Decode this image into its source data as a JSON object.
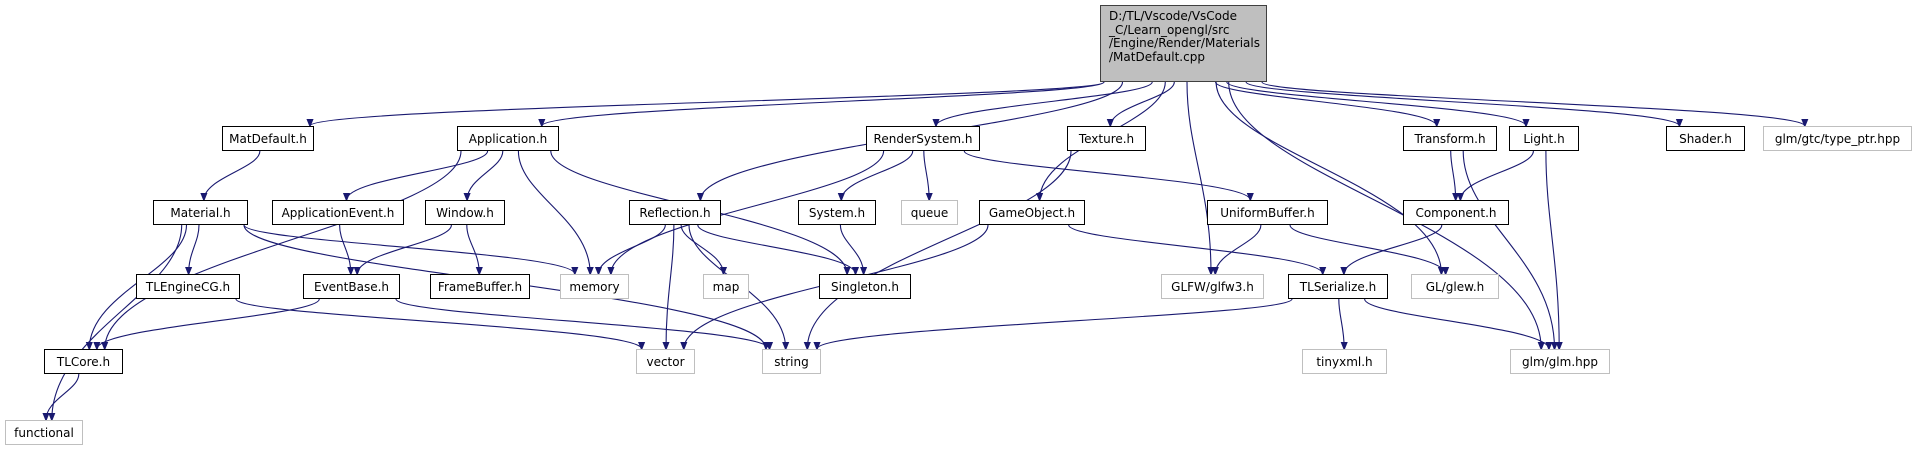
{
  "diagram": {
    "colors": {
      "edge": "#191970",
      "node_border": "#000000",
      "system_border": "#bfbfbf",
      "root_fill": "#bfbfbf"
    },
    "nodes": [
      {
        "id": "root",
        "label": "D:/TL/Vscode/VsCode\n_C/Learn_opengl/src\n/Engine/Render/Materials\n/MatDefault.cpp",
        "kind": "root"
      },
      {
        "id": "matdefault_h",
        "label": "MatDefault.h",
        "kind": "local"
      },
      {
        "id": "application_h",
        "label": "Application.h",
        "kind": "local"
      },
      {
        "id": "rendersystem_h",
        "label": "RenderSystem.h",
        "kind": "local"
      },
      {
        "id": "texture_h",
        "label": "Texture.h",
        "kind": "local"
      },
      {
        "id": "transform_h",
        "label": "Transform.h",
        "kind": "local"
      },
      {
        "id": "light_h",
        "label": "Light.h",
        "kind": "local"
      },
      {
        "id": "shader_h",
        "label": "Shader.h",
        "kind": "local"
      },
      {
        "id": "glm_type_ptr",
        "label": "glm/gtc/type_ptr.hpp",
        "kind": "system"
      },
      {
        "id": "material_h",
        "label": "Material.h",
        "kind": "local"
      },
      {
        "id": "applicationevent_h",
        "label": "ApplicationEvent.h",
        "kind": "local"
      },
      {
        "id": "window_h",
        "label": "Window.h",
        "kind": "local"
      },
      {
        "id": "reflection_h",
        "label": "Reflection.h",
        "kind": "local"
      },
      {
        "id": "system_h",
        "label": "System.h",
        "kind": "local"
      },
      {
        "id": "queue",
        "label": "queue",
        "kind": "system"
      },
      {
        "id": "gameobject_h",
        "label": "GameObject.h",
        "kind": "local"
      },
      {
        "id": "uniformbuffer_h",
        "label": "UniformBuffer.h",
        "kind": "local"
      },
      {
        "id": "component_h",
        "label": "Component.h",
        "kind": "local"
      },
      {
        "id": "tlenginecg_h",
        "label": "TLEngineCG.h",
        "kind": "local"
      },
      {
        "id": "eventbase_h",
        "label": "EventBase.h",
        "kind": "local"
      },
      {
        "id": "framebuffer_h",
        "label": "FrameBuffer.h",
        "kind": "local"
      },
      {
        "id": "memory",
        "label": "memory",
        "kind": "system"
      },
      {
        "id": "map",
        "label": "map",
        "kind": "system"
      },
      {
        "id": "singleton_h",
        "label": "Singleton.h",
        "kind": "local"
      },
      {
        "id": "glfw_h",
        "label": "GLFW/glfw3.h",
        "kind": "system"
      },
      {
        "id": "tlserialize_h",
        "label": "TLSerialize.h",
        "kind": "local"
      },
      {
        "id": "glew_h",
        "label": "GL/glew.h",
        "kind": "system"
      },
      {
        "id": "tlcore_h",
        "label": "TLCore.h",
        "kind": "local"
      },
      {
        "id": "vector",
        "label": "vector",
        "kind": "system"
      },
      {
        "id": "string",
        "label": "string",
        "kind": "system"
      },
      {
        "id": "tinyxml_h",
        "label": "tinyxml.h",
        "kind": "system"
      },
      {
        "id": "glm_hpp",
        "label": "glm/glm.hpp",
        "kind": "system"
      },
      {
        "id": "functional",
        "label": "functional",
        "kind": "system"
      }
    ],
    "edges": [
      {
        "from": "root",
        "to": "matdefault_h"
      },
      {
        "from": "root",
        "to": "application_h"
      },
      {
        "from": "root",
        "to": "rendersystem_h"
      },
      {
        "from": "root",
        "to": "texture_h"
      },
      {
        "from": "root",
        "to": "transform_h"
      },
      {
        "from": "root",
        "to": "light_h"
      },
      {
        "from": "root",
        "to": "shader_h"
      },
      {
        "from": "root",
        "to": "glm_type_ptr"
      },
      {
        "from": "root",
        "to": "reflection_h"
      },
      {
        "from": "root",
        "to": "gameobject_h"
      },
      {
        "from": "root",
        "to": "glfw_h"
      },
      {
        "from": "root",
        "to": "glew_h"
      },
      {
        "from": "root",
        "to": "glm_hpp"
      },
      {
        "from": "matdefault_h",
        "to": "material_h"
      },
      {
        "from": "application_h",
        "to": "applicationevent_h"
      },
      {
        "from": "application_h",
        "to": "window_h"
      },
      {
        "from": "application_h",
        "to": "memory"
      },
      {
        "from": "application_h",
        "to": "singleton_h"
      },
      {
        "from": "application_h",
        "to": "tlcore_h"
      },
      {
        "from": "rendersystem_h",
        "to": "system_h"
      },
      {
        "from": "rendersystem_h",
        "to": "queue"
      },
      {
        "from": "rendersystem_h",
        "to": "uniformbuffer_h"
      },
      {
        "from": "rendersystem_h",
        "to": "memory"
      },
      {
        "from": "texture_h",
        "to": "string"
      },
      {
        "from": "transform_h",
        "to": "component_h"
      },
      {
        "from": "transform_h",
        "to": "glm_hpp"
      },
      {
        "from": "light_h",
        "to": "component_h"
      },
      {
        "from": "light_h",
        "to": "glm_hpp"
      },
      {
        "from": "material_h",
        "to": "tlenginecg_h"
      },
      {
        "from": "material_h",
        "to": "tlcore_h"
      },
      {
        "from": "material_h",
        "to": "memory"
      },
      {
        "from": "material_h",
        "to": "string"
      },
      {
        "from": "material_h",
        "to": "functional"
      },
      {
        "from": "applicationevent_h",
        "to": "eventbase_h"
      },
      {
        "from": "window_h",
        "to": "eventbase_h"
      },
      {
        "from": "window_h",
        "to": "framebuffer_h"
      },
      {
        "from": "reflection_h",
        "to": "memory"
      },
      {
        "from": "reflection_h",
        "to": "map"
      },
      {
        "from": "reflection_h",
        "to": "singleton_h"
      },
      {
        "from": "reflection_h",
        "to": "vector"
      },
      {
        "from": "reflection_h",
        "to": "string"
      },
      {
        "from": "system_h",
        "to": "singleton_h"
      },
      {
        "from": "gameobject_h",
        "to": "tlserialize_h"
      },
      {
        "from": "gameobject_h",
        "to": "vector"
      },
      {
        "from": "uniformbuffer_h",
        "to": "glfw_h"
      },
      {
        "from": "uniformbuffer_h",
        "to": "glew_h"
      },
      {
        "from": "component_h",
        "to": "tlserialize_h"
      },
      {
        "from": "tlserialize_h",
        "to": "string"
      },
      {
        "from": "tlserialize_h",
        "to": "tinyxml_h"
      },
      {
        "from": "tlserialize_h",
        "to": "glm_hpp"
      },
      {
        "from": "tlenginecg_h",
        "to": "vector"
      },
      {
        "from": "eventbase_h",
        "to": "tlcore_h"
      },
      {
        "from": "eventbase_h",
        "to": "string"
      },
      {
        "from": "tlcore_h",
        "to": "functional"
      }
    ]
  }
}
